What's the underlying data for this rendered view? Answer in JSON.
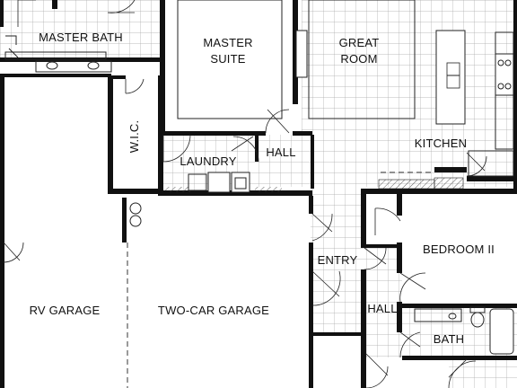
{
  "floor_plan": {
    "rooms": {
      "master_bath": "MASTER BATH",
      "master_suite_line1": "MASTER",
      "master_suite_line2": "SUITE",
      "great_room_line1": "GREAT",
      "great_room_line2": "ROOM",
      "kitchen": "KITCHEN",
      "wic": "W.I.C.",
      "laundry": "LAUNDRY",
      "hall_upper": "HALL",
      "bedroom_ii": "BEDROOM II",
      "entry": "ENTRY",
      "hall_lower": "HALL",
      "bath": "BATH",
      "rv_garage": "RV GARAGE",
      "two_car_garage": "TWO-CAR GARAGE"
    },
    "colors": {
      "wall": "#111111",
      "tile_grid": "#9a9a9a",
      "background": "#ffffff"
    }
  }
}
